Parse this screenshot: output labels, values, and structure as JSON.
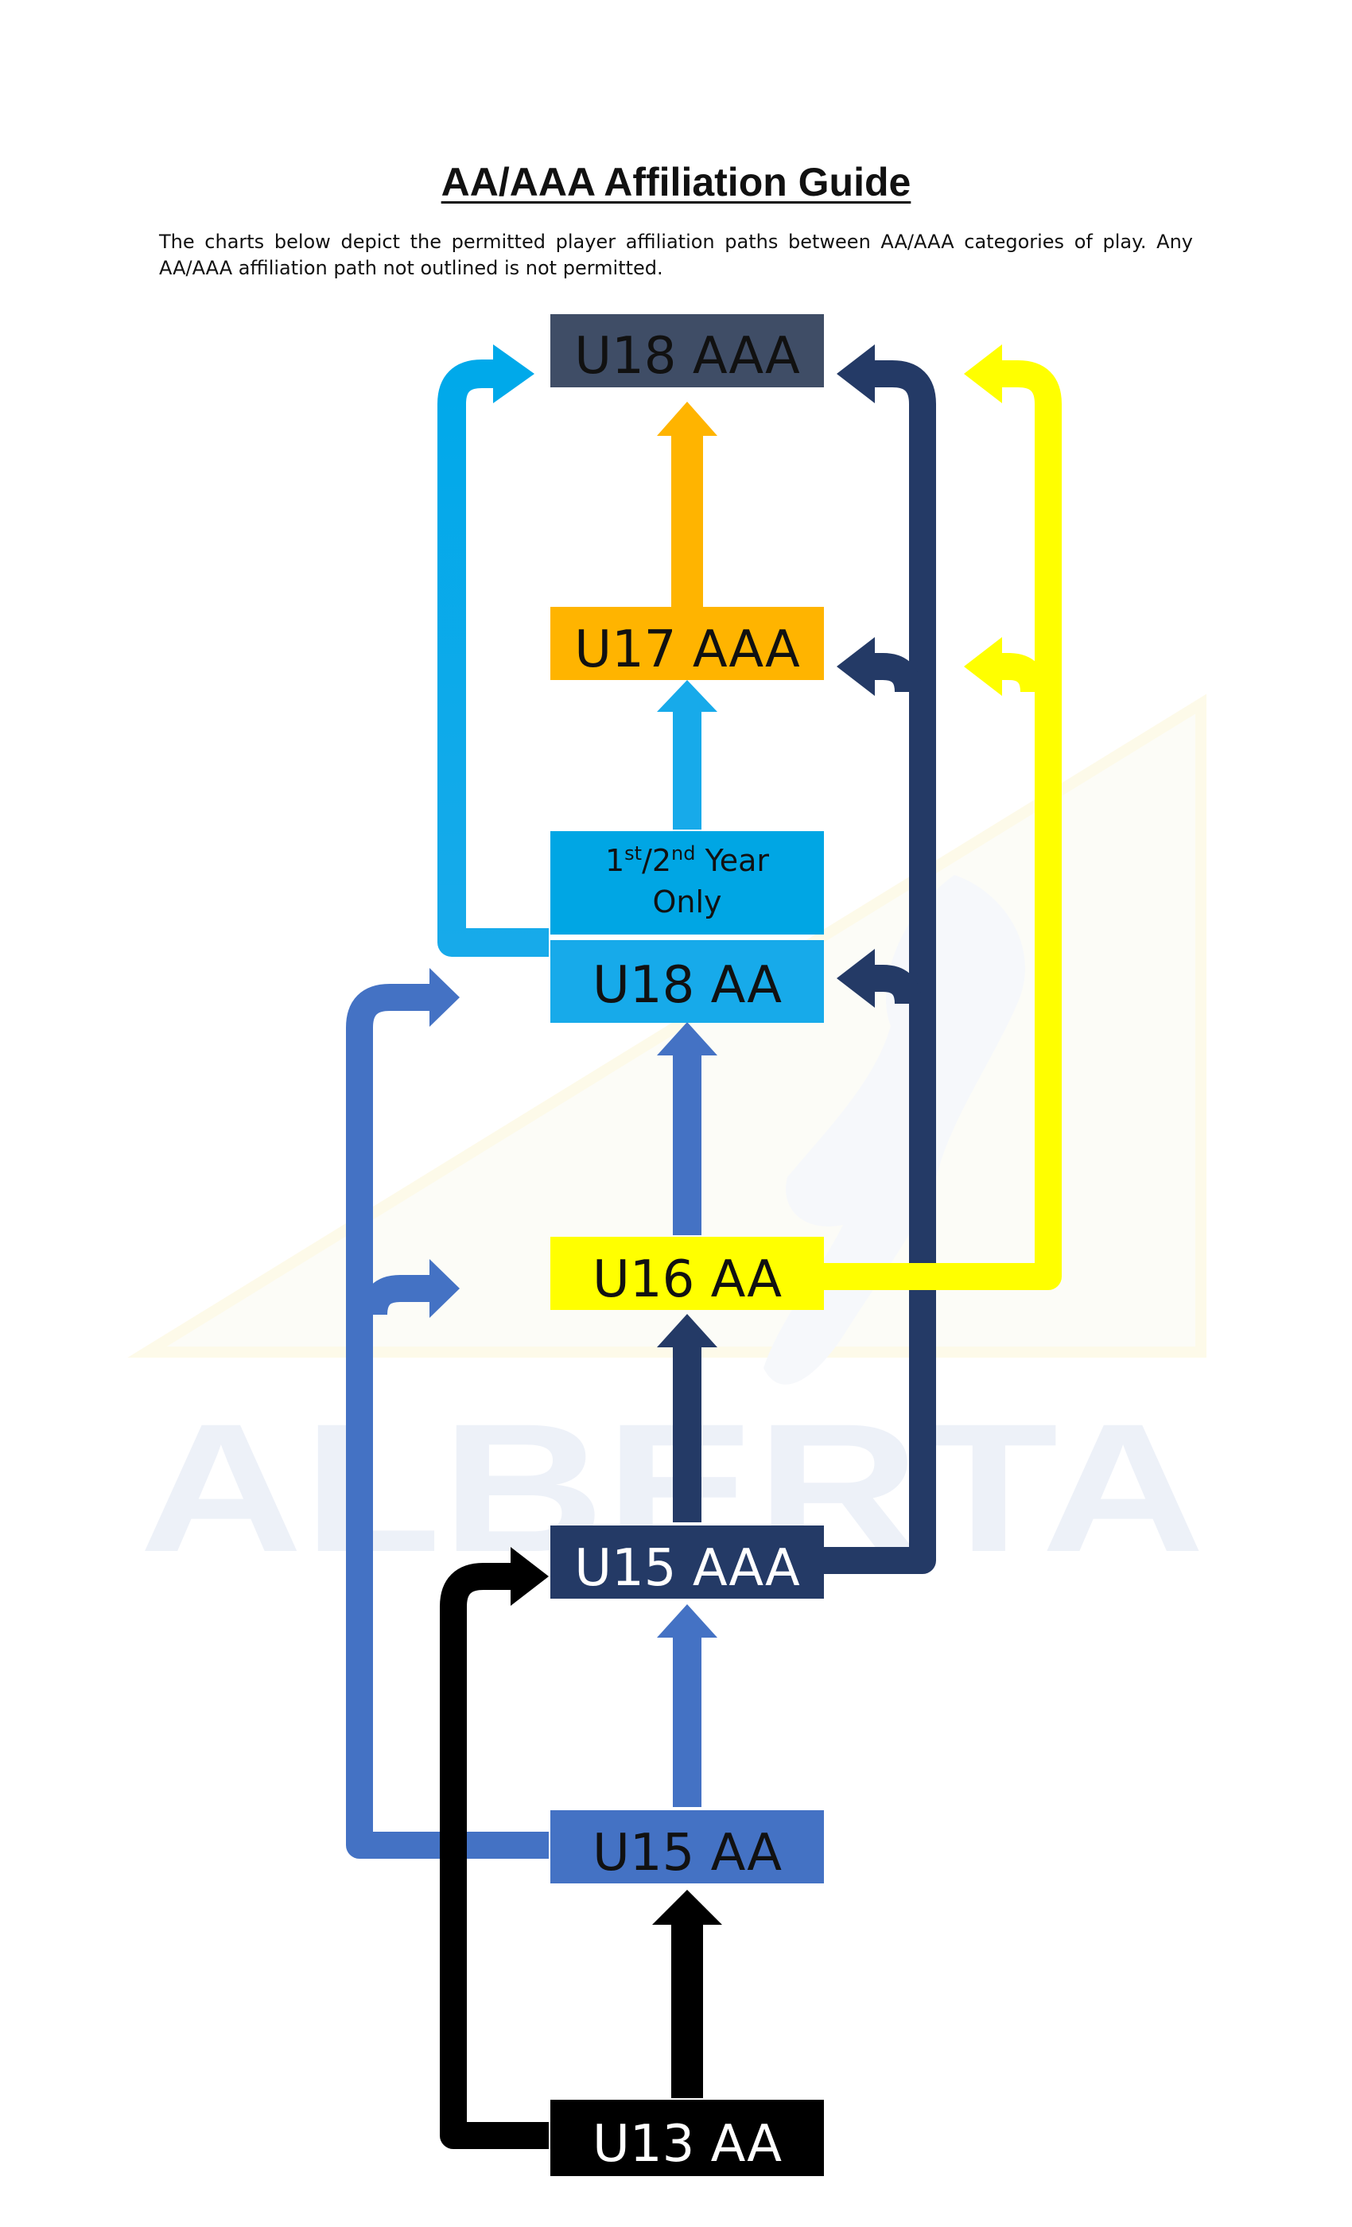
{
  "title": "AA/AAA Affiliation Guide",
  "intro": "The charts below depict the permitted player affiliation paths between AA/AAA categories of play. Any AA/AAA affiliation path not outlined is not permitted.",
  "watermark": {
    "text": "ALBERTA",
    "color": "#dfe6f3"
  },
  "colors": {
    "u18aaa": "#3f4d66",
    "u17aaa": "#ffb400",
    "note": "#00a6e4",
    "u18aa": "#17aaea",
    "u16aa": "#ffff00",
    "u15aaa": "#243a66",
    "u15aa": "#4472c4",
    "u13aa": "#000000"
  },
  "boxes": {
    "u18aaa": {
      "label": "U18 AAA"
    },
    "u17aaa": {
      "label": "U17 AAA"
    },
    "u18aa": {
      "label": "U18 AA"
    },
    "u16aa": {
      "label": "U16 AA"
    },
    "u15aaa": {
      "label": "U15 AAA"
    },
    "u15aa": {
      "label": "U15 AA"
    },
    "u13aa": {
      "label": "U13 AA"
    }
  },
  "note": {
    "sup1": "st",
    "slash": "/2",
    "sup2": "nd",
    "year": " Year",
    "num": "1",
    "line2": "Only"
  }
}
